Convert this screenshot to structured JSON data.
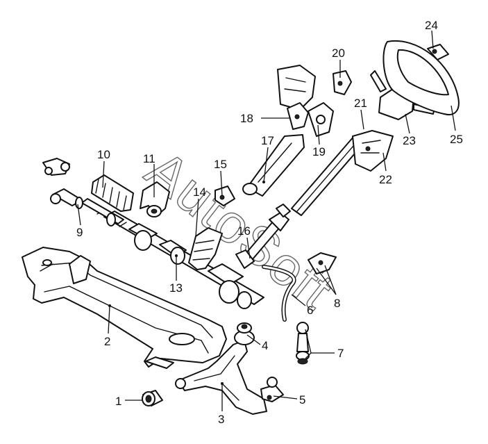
{
  "watermark": "AutoSoft",
  "callouts": [
    {
      "id": "c1",
      "label": "1"
    },
    {
      "id": "c2",
      "label": "2"
    },
    {
      "id": "c3",
      "label": "3"
    },
    {
      "id": "c4",
      "label": "4"
    },
    {
      "id": "c5",
      "label": "5"
    },
    {
      "id": "c6",
      "label": "6"
    },
    {
      "id": "c7",
      "label": "7"
    },
    {
      "id": "c8",
      "label": "8"
    },
    {
      "id": "c9",
      "label": "9"
    },
    {
      "id": "c10",
      "label": "10"
    },
    {
      "id": "c11",
      "label": "11"
    },
    {
      "id": "c13",
      "label": "13"
    },
    {
      "id": "c14",
      "label": "14"
    },
    {
      "id": "c15",
      "label": "15"
    },
    {
      "id": "c16",
      "label": "16"
    },
    {
      "id": "c17",
      "label": "17"
    },
    {
      "id": "c18",
      "label": "18"
    },
    {
      "id": "c19",
      "label": "19"
    },
    {
      "id": "c20",
      "label": "20"
    },
    {
      "id": "c21",
      "label": "21"
    },
    {
      "id": "c22",
      "label": "22"
    },
    {
      "id": "c23",
      "label": "23"
    },
    {
      "id": "c24",
      "label": "24"
    },
    {
      "id": "c25",
      "label": "25"
    }
  ]
}
